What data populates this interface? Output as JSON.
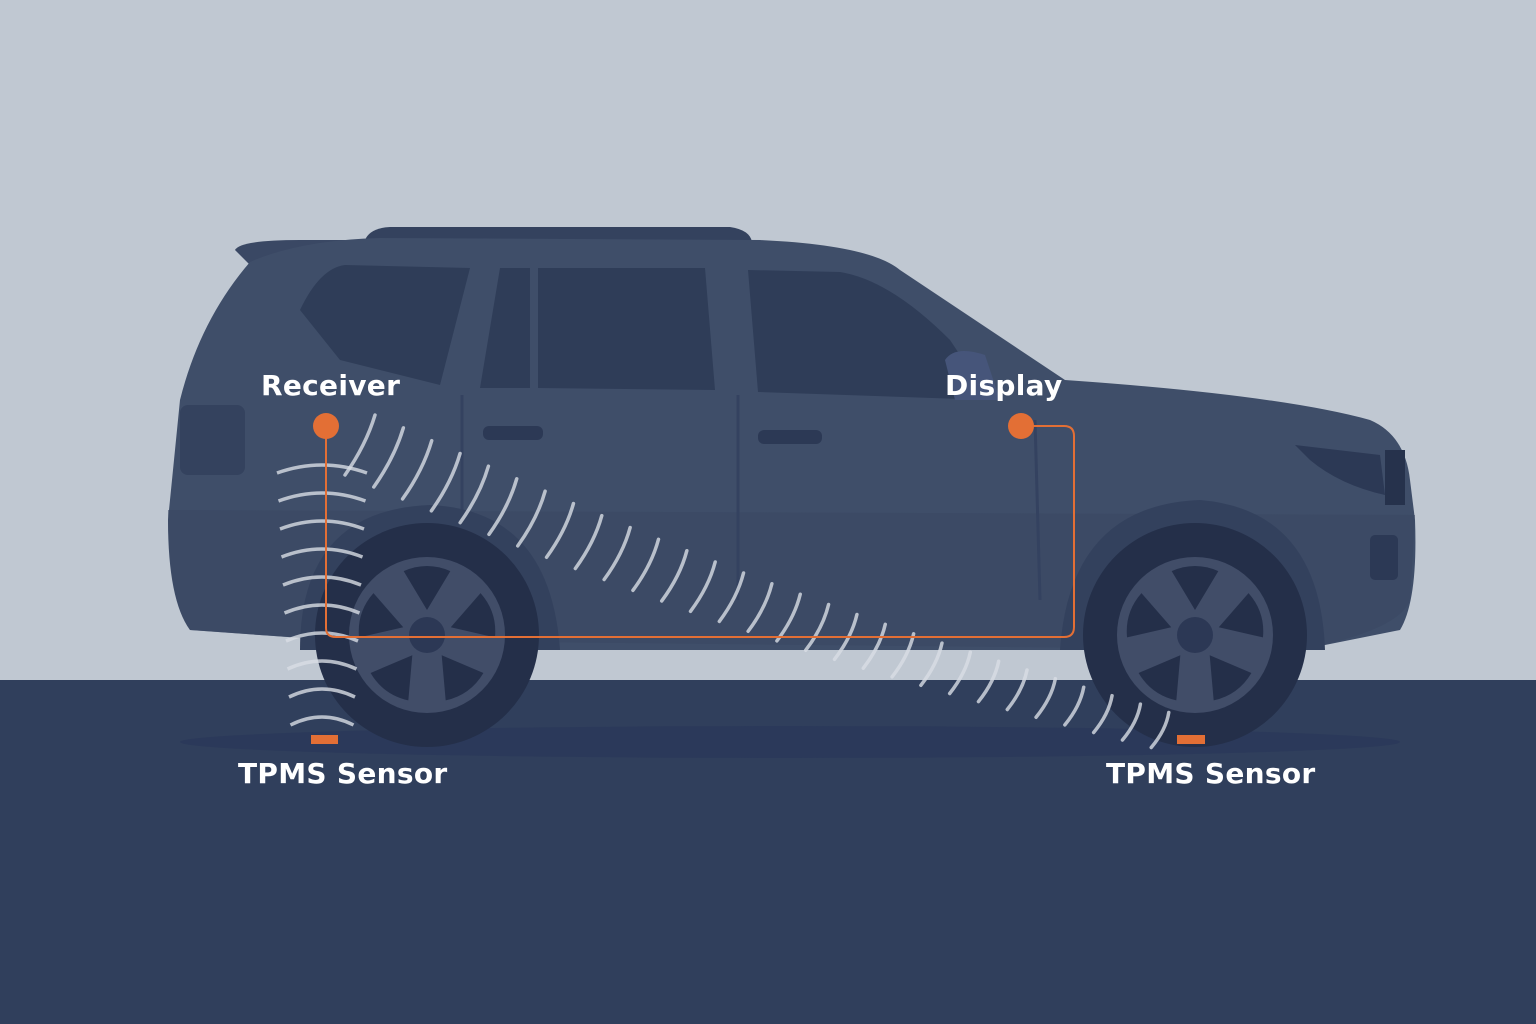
{
  "labels": {
    "receiver": "Receiver",
    "display": "Display",
    "sensor_rear": "TPMS Sensor",
    "sensor_front": "TPMS Sensor"
  },
  "colors": {
    "sky": "#c0c8d2",
    "ground": "#303f5c",
    "body": "#3f4e69",
    "window": "#2f3d58",
    "tire": "#242f49",
    "rim": "#414d68",
    "accent": "#e36f35",
    "wave": "#d8dde5"
  }
}
